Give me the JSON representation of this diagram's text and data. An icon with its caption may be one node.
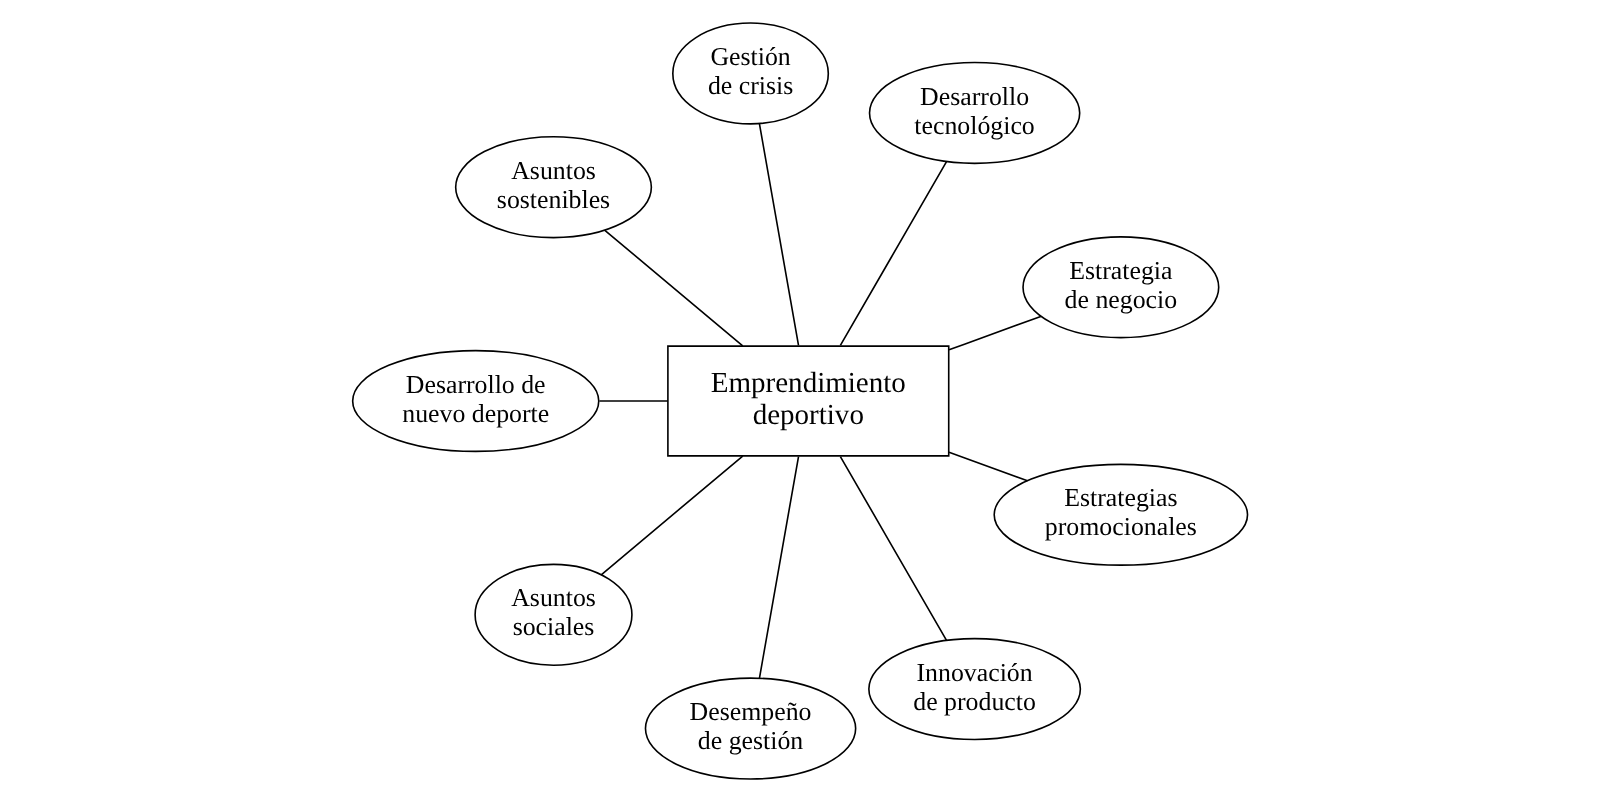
{
  "diagram": {
    "nodes": [
      {
        "text": [
          "Emprendimiento deportivo"
        ]
      },
      {
        "text": [
          "Estrategia de negocio"
        ]
      },
      {
        "text": [
          "Desarrollo tecnológico"
        ]
      },
      {
        "text": [
          "Gestión de crisis"
        ]
      },
      {
        "text": [
          "Asuntos sostenibles"
        ]
      },
      {
        "text": [
          "Desarrollo de nuevo deporte"
        ]
      },
      {
        "text": [
          "Asuntos sociales"
        ]
      },
      {
        "text": [
          "Desempeño de gestión"
        ]
      },
      {
        "text": [
          "Innovación de producto"
        ]
      },
      {
        "text": [
          "Estrategias promocionales"
        ]
      }
    ],
    "edges": [
      {
        "from": 0,
        "to": 1,
        "arrow": "none"
      },
      {
        "from": 0,
        "to": 2,
        "arrow": "none"
      },
      {
        "from": 0,
        "to": 4,
        "arrow": "none"
      },
      {
        "from": 0,
        "to": 6,
        "arrow": "none"
      },
      {
        "from": 0,
        "to": 9,
        "arrow": "none"
      },
      {
        "from": 0,
        "to": 8,
        "arrow": "none"
      },
      {
        "from": 0,
        "to": 7,
        "arrow": "none"
      },
      {
        "from": 0,
        "to": 5,
        "arrow": "none"
      },
      {
        "from": 0,
        "to": 3,
        "arrow": "none"
      }
    ]
  }
}
